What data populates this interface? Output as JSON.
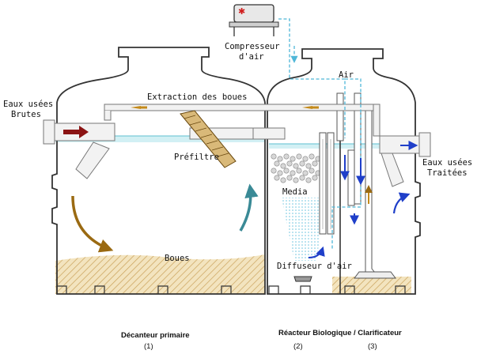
{
  "labels": {
    "compressor": [
      "Compresseur",
      "d'air"
    ],
    "air": "Air",
    "inlet": [
      "Eaux usées",
      "Brutes"
    ],
    "outlet": [
      "Eaux usées",
      "Traitées"
    ],
    "sludge_extraction": "Extraction des boues",
    "prefilter": "Préfiltre",
    "media": "Media",
    "sludge": "Boues",
    "air_diffuser": "Diffuseur d'air"
  },
  "captions": {
    "primary": "Décanteur primaire",
    "primary_num": "(1)",
    "bio": "Réacteur Biologique / Clarificateur",
    "bio_num": "(2)",
    "clar_num": "(3)"
  },
  "colors": {
    "water": "#8fd8e0",
    "sludge": "#e6c98a",
    "flow_arrow_brown": "#9a6a12",
    "flow_arrow_teal": "#3a8a96",
    "inlet_arrow": "#8b1414",
    "air_line": "#4fb7d8",
    "blue_arrow": "#1f3fc9",
    "tank_outline": "#333333"
  }
}
